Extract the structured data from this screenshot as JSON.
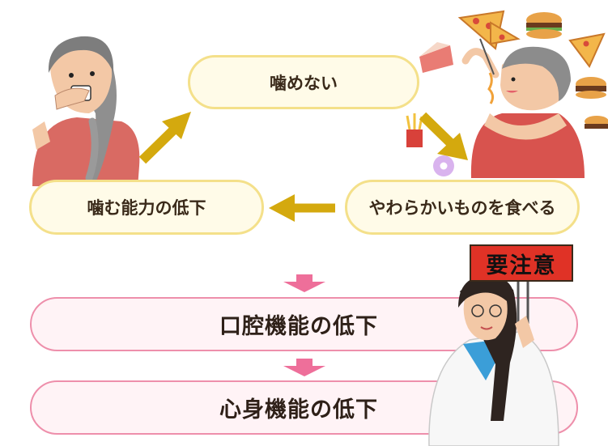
{
  "cycle": {
    "top": "噛めない",
    "right": "やわらかいものを食べる",
    "left": "噛む能力の低下"
  },
  "results": [
    "口腔機能の低下",
    "心身機能の低下"
  ],
  "sign": "要注意",
  "colors": {
    "cycle_fill": "#fffbe8",
    "cycle_border": "#f4e08a",
    "cycle_arrow": "#d4a90e",
    "result_fill": "#fff3f6",
    "result_border": "#ee8fab",
    "result_arrow": "#ee6f9a",
    "sign_red": "#e03226"
  }
}
